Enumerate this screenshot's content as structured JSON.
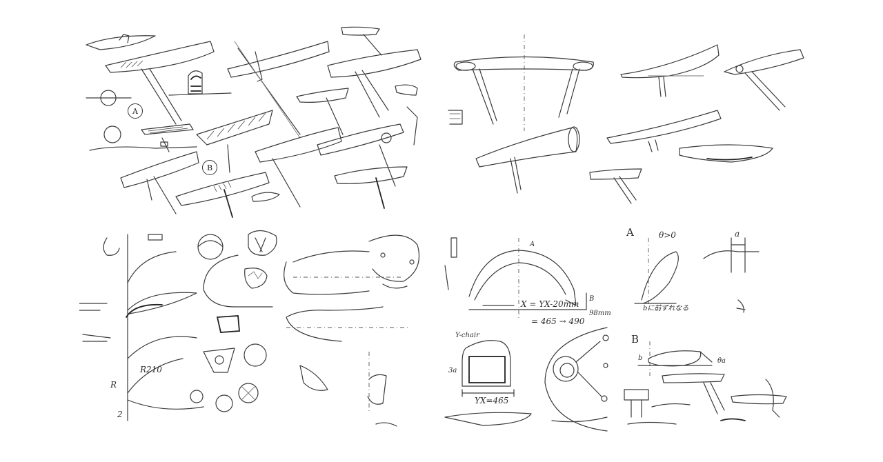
{
  "sheets": {
    "top_left": {
      "markers": [
        "A",
        "B"
      ]
    },
    "bottom_right": {
      "labels": {
        "point_a": "A",
        "point_b": "B",
        "formula_x": "X = YX-20mm",
        "dim_98": "98mm",
        "values": "= 465 → 490",
        "y_chair": "Y-chair",
        "y_dim": "YX=465",
        "dim_left": "3a",
        "section_a": "A",
        "section_b": "B",
        "theta_cond": "θ>0",
        "a_small": "a",
        "b_small": "b",
        "jp_note": "bに前ずれなる",
        "theta_a": "θa"
      }
    },
    "bottom_left": {
      "labels": {
        "r210": "R210",
        "r_left": "R",
        "two": "2"
      }
    }
  }
}
